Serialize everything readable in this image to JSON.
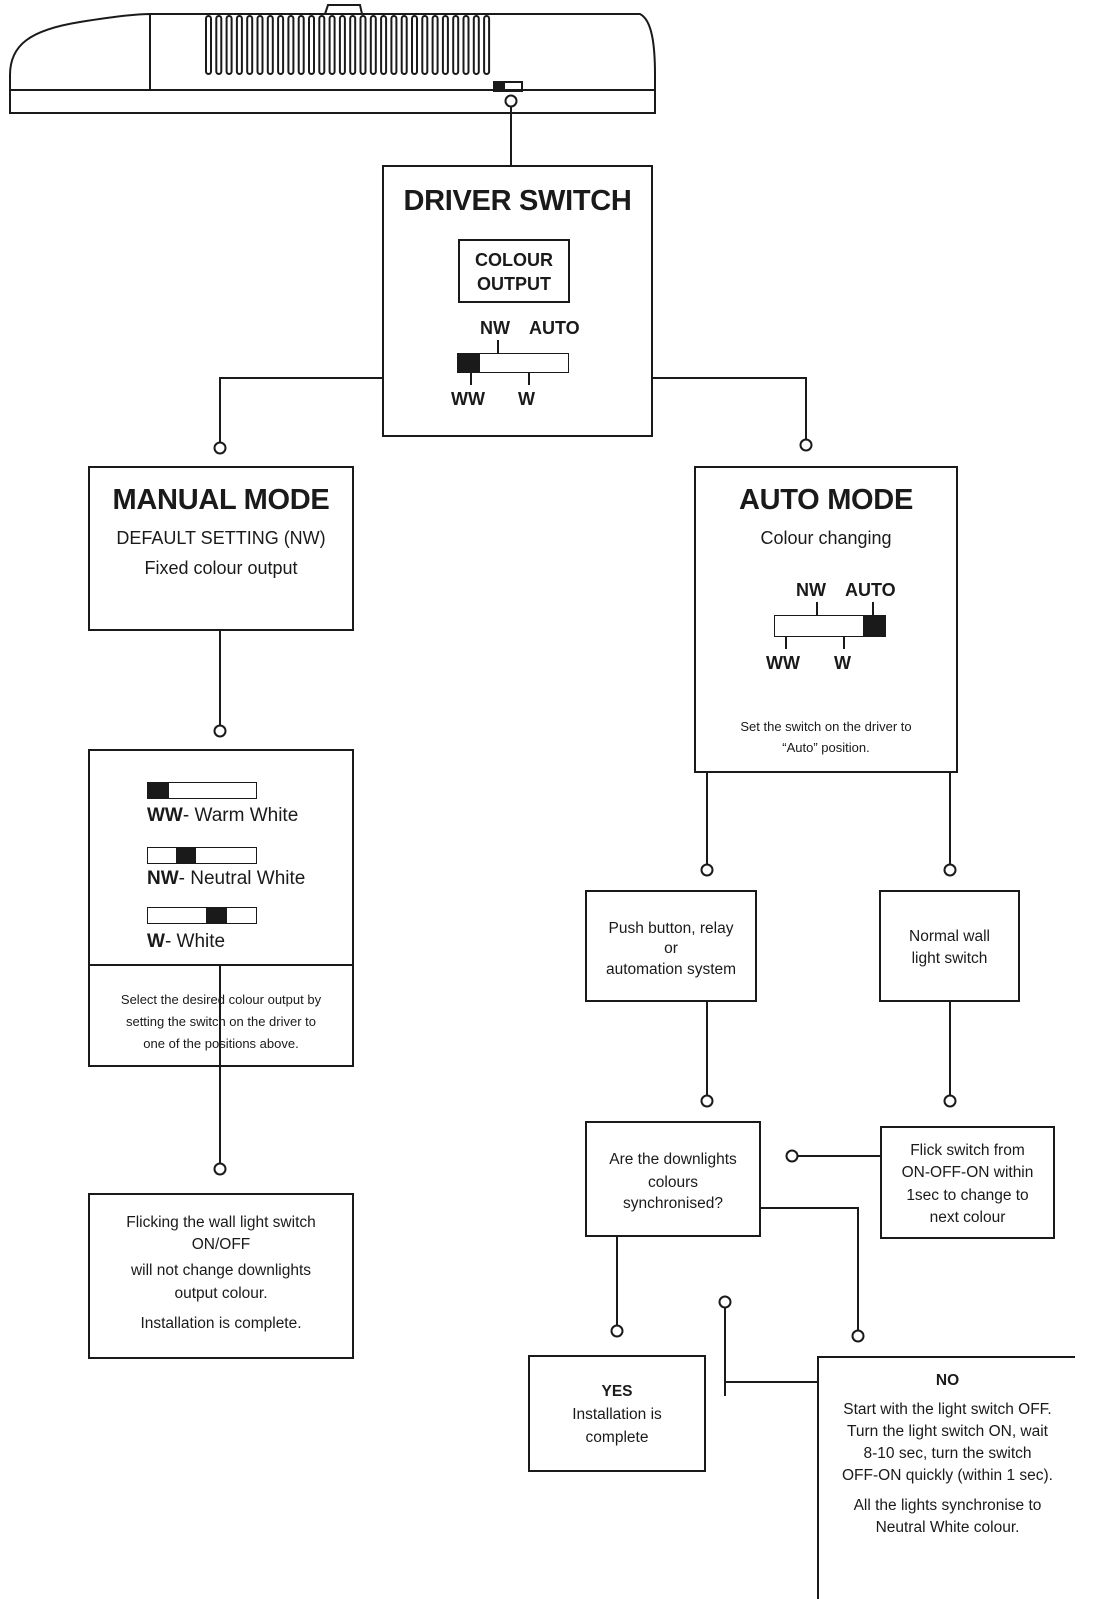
{
  "driver_switch": {
    "title": "DRIVER SWITCH",
    "colour_output_line1": "COLOUR",
    "colour_output_line2": "OUTPUT",
    "label_nw": "NW",
    "label_auto": "AUTO",
    "label_ww": "WW",
    "label_w": "W"
  },
  "manual_mode": {
    "title": "MANUAL MODE",
    "subtitle": "DEFAULT SETTING (NW)",
    "description": "Fixed colour output"
  },
  "manual_options": {
    "ww_code": "WW",
    "ww_desc": "- Warm White",
    "nw_code": "NW",
    "nw_desc": "- Neutral White",
    "w_code": "W",
    "w_desc": "- White",
    "instruction_line1": "Select the desired colour output by",
    "instruction_line2": "setting the switch on the driver to",
    "instruction_line3": "one of the positions above."
  },
  "manual_result": {
    "line1": "Flicking the wall light switch",
    "line2": "ON/OFF",
    "line3": "will not change downlights",
    "line4": "output colour.",
    "line5": "Installation is complete."
  },
  "auto_mode": {
    "title": "AUTO MODE",
    "subtitle": "Colour changing",
    "label_nw": "NW",
    "label_auto": "AUTO",
    "label_ww": "WW",
    "label_w": "W",
    "instruction_line1": "Set the switch on the driver to",
    "instruction_line2": "“Auto” position."
  },
  "push_button": {
    "line1": "Push button, relay",
    "line2": "or",
    "line3": "automation system"
  },
  "wall_switch": {
    "line1": "Normal wall",
    "line2": "light switch"
  },
  "sync_question": {
    "line1": "Are the downlights",
    "line2": "colours",
    "line3": "synchronised?"
  },
  "flick_switch": {
    "line1": "Flick switch from",
    "line2": "ON-OFF-ON within",
    "line3": "1sec to change to",
    "line4": "next colour"
  },
  "yes_box": {
    "title": "YES",
    "line1": "Installation is",
    "line2": "complete"
  },
  "no_box": {
    "title": "NO",
    "line1": "Start with the light switch OFF.",
    "line2": "Turn the light switch ON, wait",
    "line3": "8-10 sec, turn the switch",
    "line4": "OFF-ON quickly (within 1 sec).",
    "line5": "All the lights synchronise to",
    "line6": "Neutral White colour."
  },
  "colors": {
    "ink": "#1a1a1a",
    "background": "#ffffff"
  }
}
